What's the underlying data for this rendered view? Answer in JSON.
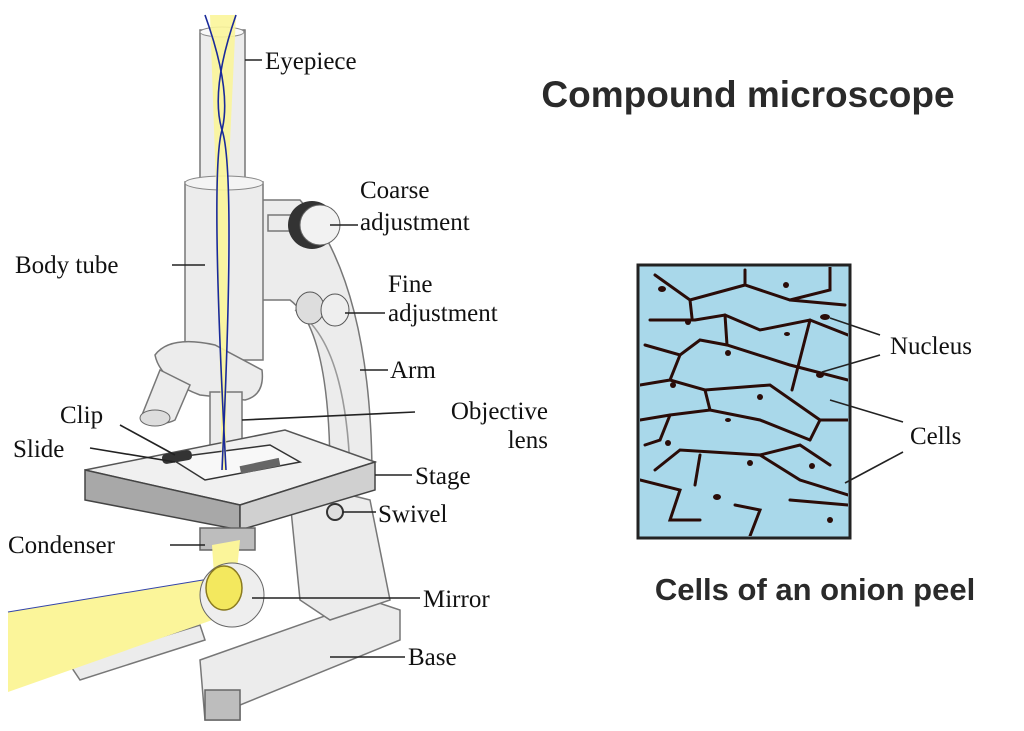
{
  "title": "Compound microscope",
  "subtitle": "Cells of an onion peel",
  "microscope_labels": {
    "eyepiece": "Eyepiece",
    "coarse_1": "Coarse",
    "coarse_2": "adjustment",
    "body_tube": "Body tube",
    "fine_1": "Fine",
    "fine_2": "adjustment",
    "arm": "Arm",
    "objective_1": "Objective",
    "objective_2": "lens",
    "clip": "Clip",
    "slide": "Slide",
    "stage": "Stage",
    "swivel": "Swivel",
    "condenser": "Condenser",
    "mirror": "Mirror",
    "base": "Base"
  },
  "cell_labels": {
    "nucleus": "Nucleus",
    "cells": "Cells"
  },
  "colors": {
    "light_beam": "#fbf59a",
    "cell_fill": "#a9d8ea",
    "cell_wall": "#2a0c08",
    "ray": "#1a2a9a"
  }
}
